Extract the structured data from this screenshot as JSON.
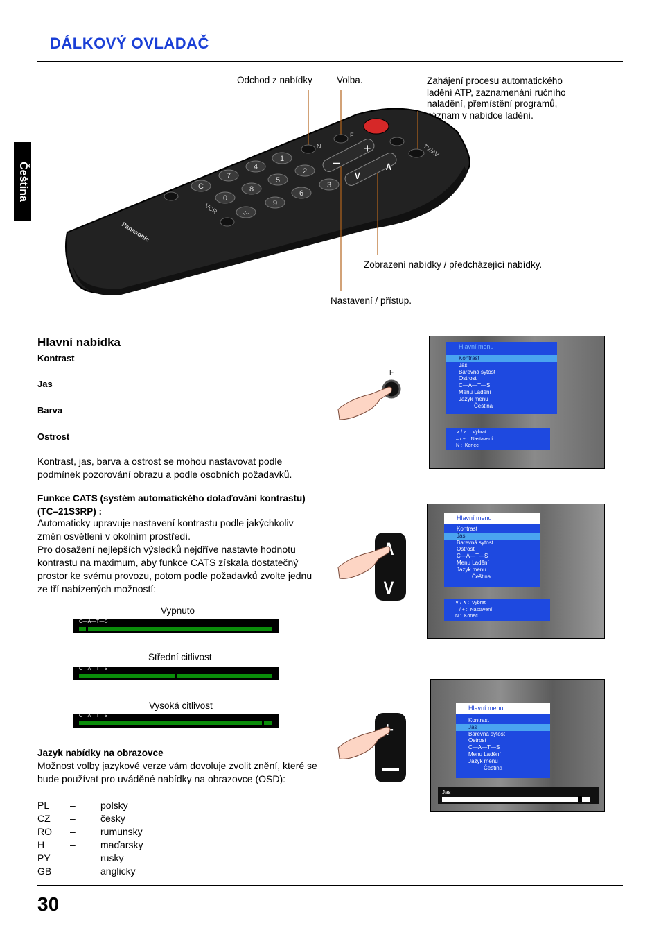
{
  "header": {
    "title": "DÁLKOVÝ OVLADAČ",
    "side_tab": "Čeština"
  },
  "remote": {
    "callouts": {
      "exit": "Odchod z nabídky",
      "select": "Volba.",
      "atp": [
        "Zahájení procesu automatického",
        "ladění ATP, zaznamenání ručního",
        "naladění, přemístění programů,",
        "záznam v nabídce ladění."
      ],
      "display": "Zobrazení nabídky / předcházející nabídky.",
      "adjust": "Nastavení / přístup."
    },
    "brand": "Panasonic",
    "keys": [
      "1",
      "2",
      "3",
      "4",
      "5",
      "6",
      "7",
      "8",
      "9",
      "0",
      "C",
      "-/--"
    ],
    "key_labels": {
      "n": "N",
      "f": "F",
      "vcr": "VCR",
      "tvav": "TV/AV"
    }
  },
  "main": {
    "heading": "Hlavní nabídka",
    "items": [
      "Kontrast",
      "Jas",
      "Barva",
      "Ostrost"
    ],
    "para1": [
      "Kontrast,  jas,  barva  a ostrost  se  mohou  nastavovat  podle",
      "podmínek pozorování obrazu a podle osobních požadavků."
    ],
    "cats_heading": [
      "Funkce CATS (systém automatického dolaďování kontrastu)",
      "(TC–21S3RP) :"
    ],
    "cats_text": [
      "Automaticky upravuje nastavení kontrastu podle jakýchkoliv",
      "změn osvětlení v okolním prostředí.",
      "Pro dosažení nejlepších výsledků nejdříve nastavte hodnotu",
      "kontrastu na maximum, aby funkce CATS získala dostatečný",
      "prostor ke svému provozu, potom podle požadavků zvolte jednu",
      "ze tří nabízených možností:"
    ],
    "cats_bars": [
      {
        "label": "Vypnuto",
        "tag": "C—A—T—S",
        "level": 0.04
      },
      {
        "label": "Střední citlivost",
        "tag": "C—A—T—S",
        "level": 0.5
      },
      {
        "label": "Vysoká citlivost",
        "tag": "C—A—T—S",
        "level": 0.95
      }
    ],
    "lang_heading": "Jazyk nabídky na obrazovce",
    "lang_text": [
      "Možnost volby jazykové verze vám dovoluje zvolit znění, které se",
      "bude používat pro  uváděné nabídky na obrazovce (OSD):"
    ],
    "languages": [
      {
        "code": "PL",
        "dash": "–",
        "name": "polsky"
      },
      {
        "code": "CZ",
        "dash": "–",
        "name": "česky"
      },
      {
        "code": "RO",
        "dash": "–",
        "name": "rumunsky"
      },
      {
        "code": "H",
        "dash": "–",
        "name": "maďarsky"
      },
      {
        "code": "PY",
        "dash": "–",
        "name": "rusky"
      },
      {
        "code": "GB",
        "dash": "–",
        "name": "anglicky"
      }
    ]
  },
  "screens": {
    "menu_title": "Hlavní menu",
    "menu_items": [
      "Kontrast",
      "Jas",
      "Barevná sytost",
      "Ostrost",
      "C—A—T—S",
      "Menu Ladění",
      "Jazyk menu",
      "Čeština"
    ],
    "help": [
      {
        "key": "∨ / ∧",
        "sep": ":",
        "text": "Vybrat"
      },
      {
        "key": "– / +",
        "sep": ":",
        "text": "Nastavení"
      },
      {
        "key": "N",
        "sep": ":",
        "text": "Konec"
      }
    ],
    "bar_label": "Jas",
    "button_f": "F",
    "jas_level": 0.93
  },
  "footer": {
    "page_number": "30"
  },
  "colors": {
    "title": "#1a3fd6",
    "menu": "#1e49e0",
    "highlight": "#4aa4f0",
    "cats_green": "#0a8d0a"
  }
}
